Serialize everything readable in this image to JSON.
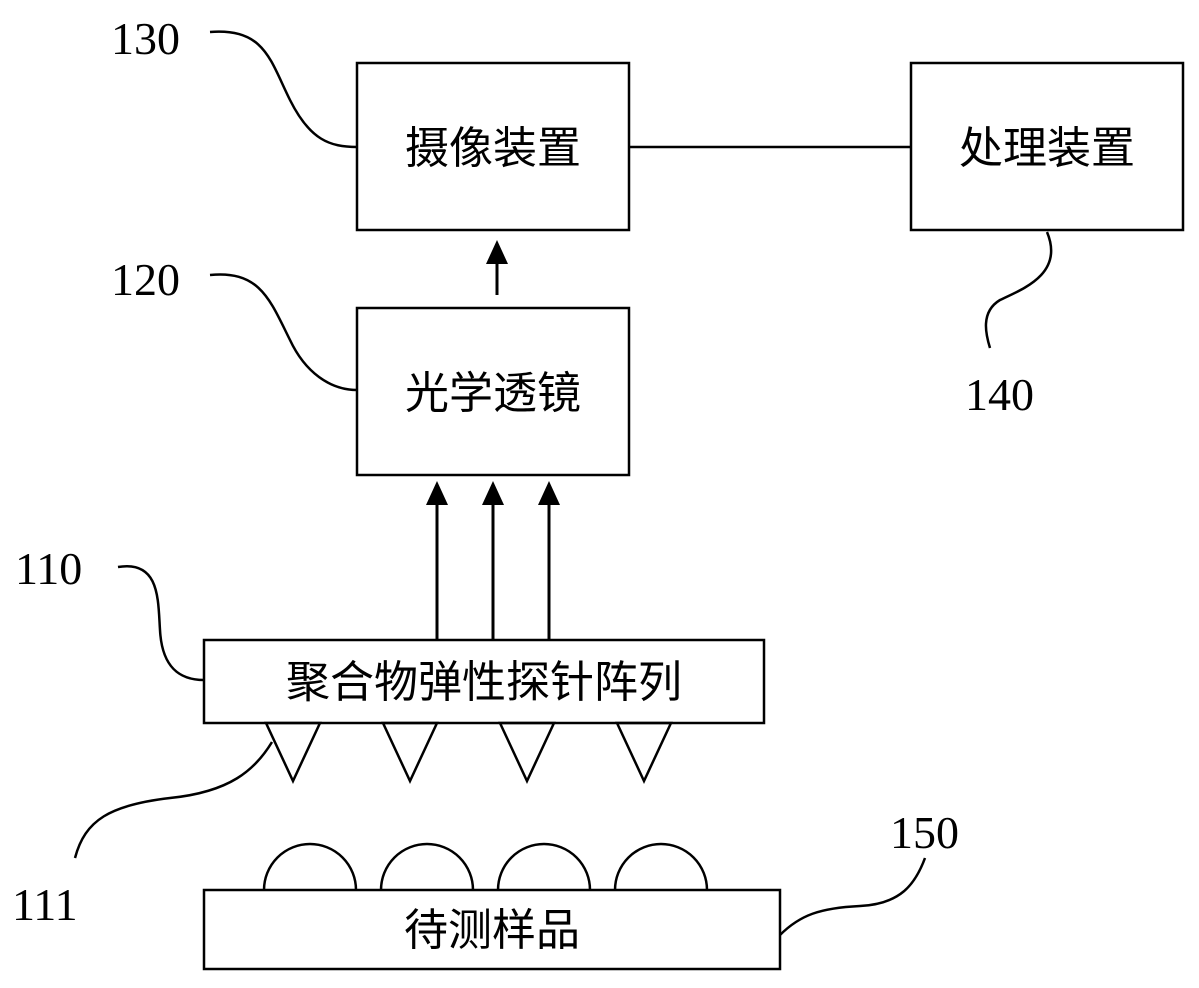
{
  "blocks": {
    "camera": "摄像装置",
    "processor": "处理装置",
    "lens": "光学透镜",
    "probe_array": "聚合物弹性探针阵列",
    "sample": "待测样品"
  },
  "refs": {
    "camera": "130",
    "processor": "140",
    "lens": "120",
    "probe_array": "110",
    "probe_tip": "111",
    "sample": "150"
  },
  "colors": {
    "stroke": "#000000",
    "background": "#ffffff"
  }
}
